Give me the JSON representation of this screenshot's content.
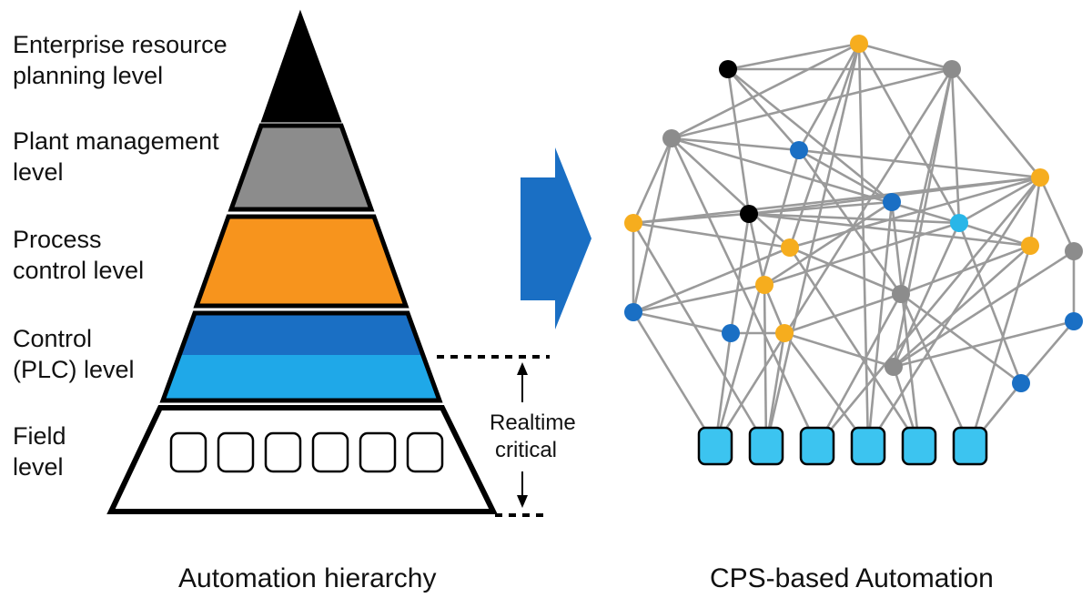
{
  "levels": [
    {
      "line1": "Enterprise resource",
      "line2": "planning level",
      "color": "#000000"
    },
    {
      "line1": "Plant management",
      "line2": "level",
      "color": "#8c8c8c"
    },
    {
      "line1": "Process",
      "line2": "control level",
      "color": "#f7941d"
    },
    {
      "line1": "Control",
      "line2": "(PLC) level",
      "color_top": "#1a6fc4",
      "color_bottom": "#1fa8e8"
    },
    {
      "line1": "Field",
      "line2": "level",
      "color": "#ffffff"
    }
  ],
  "realtime": {
    "line1": "Realtime",
    "line2": "critical"
  },
  "captions": {
    "left": "Automation hierarchy",
    "right": "CPS-based Automation"
  },
  "colors": {
    "arrow": "#1a6fc4",
    "edge": "#9a9a9a",
    "node_black": "#000000",
    "node_gray": "#8c8c8c",
    "node_blue": "#1a6fc4",
    "node_lightblue": "#29b6e8",
    "node_orange": "#f6ad1e",
    "field_box": "#3cc4f0"
  }
}
